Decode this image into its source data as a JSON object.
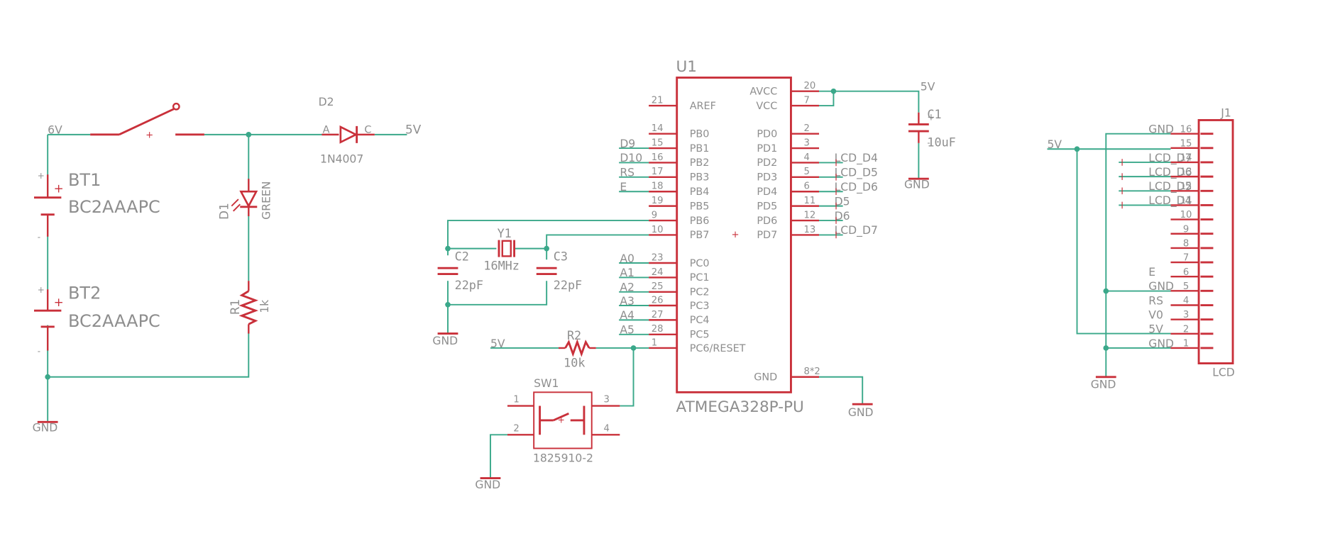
{
  "battery": {
    "net_6v": "6V",
    "bt1_name": "BT1",
    "bt1_value": "BC2AAAPC",
    "bt2_name": "BT2",
    "bt2_value": "BC2AAAPC",
    "gnd": "GND"
  },
  "diode": {
    "name": "D2",
    "anode": "A",
    "cathode": "C",
    "value": "1N4007",
    "net_out": "5V"
  },
  "led": {
    "name": "D1",
    "value": "GREEN"
  },
  "r1": {
    "name": "R1",
    "value": "1k"
  },
  "mcu": {
    "name": "U1",
    "value": "ATMEGA328P-PU",
    "left_pins": [
      {
        "num": "21",
        "label": "AREF",
        "net": ""
      },
      {
        "num": "14",
        "label": "PB0",
        "net": ""
      },
      {
        "num": "15",
        "label": "PB1",
        "net": "D9"
      },
      {
        "num": "16",
        "label": "PB2",
        "net": "D10"
      },
      {
        "num": "17",
        "label": "PB3",
        "net": "RS"
      },
      {
        "num": "18",
        "label": "PB4",
        "net": "E"
      },
      {
        "num": "19",
        "label": "PB5",
        "net": ""
      },
      {
        "num": "9",
        "label": "PB6",
        "net": ""
      },
      {
        "num": "10",
        "label": "PB7",
        "net": ""
      },
      {
        "num": "23",
        "label": "PC0",
        "net": "A0"
      },
      {
        "num": "24",
        "label": "PC1",
        "net": "A1"
      },
      {
        "num": "25",
        "label": "PC2",
        "net": "A2"
      },
      {
        "num": "26",
        "label": "PC3",
        "net": "A3"
      },
      {
        "num": "27",
        "label": "PC4",
        "net": "A4"
      },
      {
        "num": "28",
        "label": "PC5",
        "net": "A5"
      },
      {
        "num": "1",
        "label": "PC6/RESET",
        "net": ""
      }
    ],
    "right_pins": [
      {
        "num": "20",
        "label": "AVCC",
        "net": ""
      },
      {
        "num": "7",
        "label": "VCC",
        "net": ""
      },
      {
        "num": "2",
        "label": "PD0",
        "net": ""
      },
      {
        "num": "3",
        "label": "PD1",
        "net": ""
      },
      {
        "num": "4",
        "label": "PD2",
        "net": "LCD_D4"
      },
      {
        "num": "5",
        "label": "PD3",
        "net": "LCD_D5"
      },
      {
        "num": "6",
        "label": "PD4",
        "net": "LCD_D6"
      },
      {
        "num": "11",
        "label": "PD5",
        "net": "D5"
      },
      {
        "num": "12",
        "label": "PD6",
        "net": "D6"
      },
      {
        "num": "13",
        "label": "PD7",
        "net": "LCD_D7"
      },
      {
        "num": "8*2",
        "label": "GND",
        "net": ""
      }
    ],
    "gnd_net": "GND"
  },
  "c1": {
    "name": "C1",
    "value": "10uF",
    "net_top": "5V",
    "net_bottom": "GND"
  },
  "crystal": {
    "name": "Y1",
    "value": "16MHz"
  },
  "c2": {
    "name": "C2",
    "value": "22pF"
  },
  "c3": {
    "name": "C3",
    "value": "22pF"
  },
  "crystal_gnd": "GND",
  "r2": {
    "name": "R2",
    "value": "10k",
    "net_in": "5V"
  },
  "sw1": {
    "name": "SW1",
    "value": "1825910-2",
    "p1": "1",
    "p2": "2",
    "p3": "3",
    "p4": "4",
    "gnd": "GND"
  },
  "lcd": {
    "name": "J1",
    "value": "LCD",
    "vcc_net": "5V",
    "gnd_net": "GND",
    "pins": [
      {
        "num": "16",
        "net": "GND"
      },
      {
        "num": "15",
        "net": ""
      },
      {
        "num": "14",
        "net": "LCD_D7"
      },
      {
        "num": "13",
        "net": "LCD_D6"
      },
      {
        "num": "12",
        "net": "LCD_D5"
      },
      {
        "num": "11",
        "net": "LCD_D4"
      },
      {
        "num": "10",
        "net": ""
      },
      {
        "num": "9",
        "net": ""
      },
      {
        "num": "8",
        "net": ""
      },
      {
        "num": "7",
        "net": ""
      },
      {
        "num": "6",
        "net": "E"
      },
      {
        "num": "5",
        "net": "GND"
      },
      {
        "num": "4",
        "net": "RS"
      },
      {
        "num": "3",
        "net": "V0"
      },
      {
        "num": "2",
        "net": "5V"
      },
      {
        "num": "1",
        "net": "GND"
      }
    ]
  }
}
